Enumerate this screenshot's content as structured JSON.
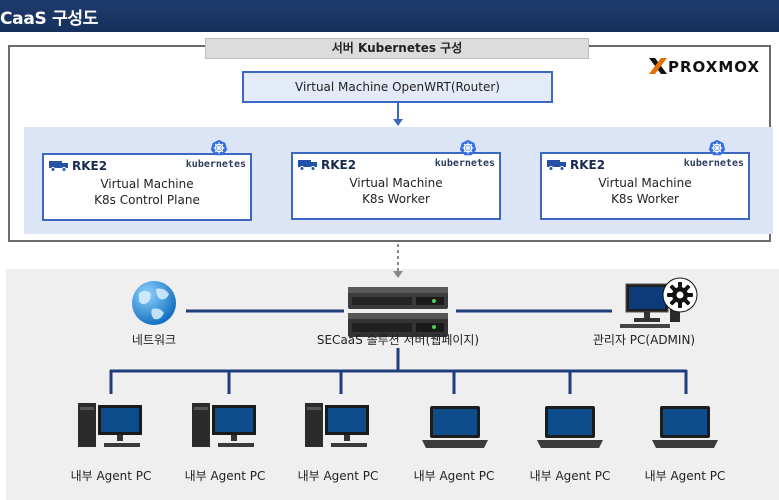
{
  "header": {
    "title": "CaaS 구성도"
  },
  "server_group": {
    "title": "서버 Kubernetes 구성",
    "brand": "PROXMOX",
    "router": "Virtual Machine OpenWRT(Router)",
    "vms": [
      {
        "badge": "RKE2",
        "platform": "kubernetes",
        "line1": "Virtual Machine",
        "line2": "K8s Control Plane"
      },
      {
        "badge": "RKE2",
        "platform": "kubernetes",
        "line1": "Virtual Machine",
        "line2": "K8s Worker"
      },
      {
        "badge": "RKE2",
        "platform": "kubernetes",
        "line1": "Virtual Machine",
        "line2": "K8s Worker"
      }
    ]
  },
  "network": {
    "internet_label": "네트워크",
    "server_label": "SECaaS 솔루션 서버(웹페이지)",
    "admin_label": "관리자 PC(ADMIN)",
    "agents": [
      {
        "label": "내부 Agent PC",
        "device": "desktop"
      },
      {
        "label": "내부 Agent PC",
        "device": "desktop"
      },
      {
        "label": "내부 Agent PC",
        "device": "desktop"
      },
      {
        "label": "내부 Agent PC",
        "device": "laptop"
      },
      {
        "label": "내부 Agent PC",
        "device": "laptop"
      },
      {
        "label": "내부 Agent PC",
        "device": "laptop"
      }
    ]
  },
  "colors": {
    "header_bg": "#1f3b6e",
    "accent_blue": "#3d68c2",
    "vm_area_bg": "#dce5f5",
    "connector": "#1f3e7a",
    "bottom_bg": "#efefef",
    "proxmox_orange": "#e57000"
  }
}
